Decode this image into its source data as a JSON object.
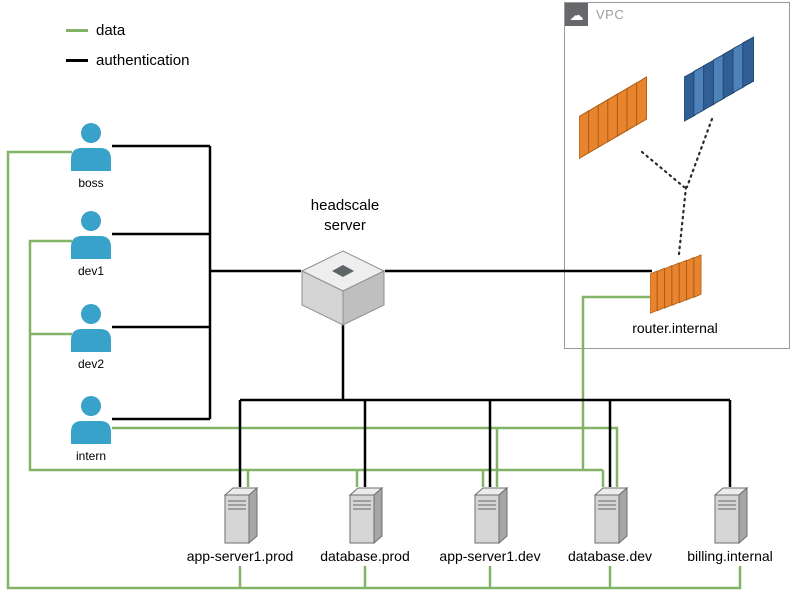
{
  "diagram": {
    "legend": {
      "items": [
        {
          "label": "data",
          "color": "#82b366"
        },
        {
          "label": "authentication",
          "color": "#000000"
        }
      ]
    },
    "users": [
      {
        "label": "boss",
        "icon": "user-icon"
      },
      {
        "label": "dev1",
        "icon": "user-icon"
      },
      {
        "label": "dev2",
        "icon": "user-icon"
      },
      {
        "label": "intern",
        "icon": "user-icon"
      }
    ],
    "headscale": {
      "label_lines": [
        "headscale",
        "server"
      ],
      "icon": "cube-icon"
    },
    "vpc": {
      "label": "VPC",
      "cloud_glyph": "☁",
      "resources": [
        {
          "icon": "resource-stack-orange-icon",
          "color": "#e8832e"
        },
        {
          "icon": "resource-stack-blue-icon",
          "color": "#2f5f95"
        }
      ],
      "router": {
        "label": "router.internal",
        "icon": "router-stack-icon",
        "color": "#e8832e"
      }
    },
    "servers": [
      {
        "label": "app-server1.prod",
        "icon": "server-tower-icon"
      },
      {
        "label": "database.prod",
        "icon": "server-tower-icon"
      },
      {
        "label": "app-server1.dev",
        "icon": "server-tower-icon"
      },
      {
        "label": "database.dev",
        "icon": "server-tower-icon"
      },
      {
        "label": "billing.internal",
        "icon": "server-tower-icon"
      }
    ],
    "edges": {
      "authentication": [
        "boss - headscale server",
        "dev1 - headscale server",
        "dev2 - headscale server",
        "intern - headscale server",
        "headscale server - router.internal",
        "headscale server - app-server1.prod",
        "headscale server - database.prod",
        "headscale server - app-server1.dev",
        "headscale server - database.dev",
        "headscale server - billing.internal"
      ],
      "data": [
        "boss - app-server1.prod",
        "boss - database.prod",
        "boss - app-server1.dev",
        "boss - database.dev",
        "boss - billing.internal",
        "dev1 - app-server1.prod",
        "dev1 - database.prod",
        "dev1 - app-server1.dev",
        "dev1 - database.dev",
        "dev2 - app-server1.prod",
        "dev2 - database.prod",
        "dev2 - app-server1.dev",
        "dev2 - database.dev",
        "intern - app-server1.dev",
        "intern - database.dev",
        "router.internal - user data network"
      ],
      "vpc_internal_dotted": [
        "router.internal - orange resource stack",
        "router.internal - blue resource stack"
      ]
    }
  }
}
